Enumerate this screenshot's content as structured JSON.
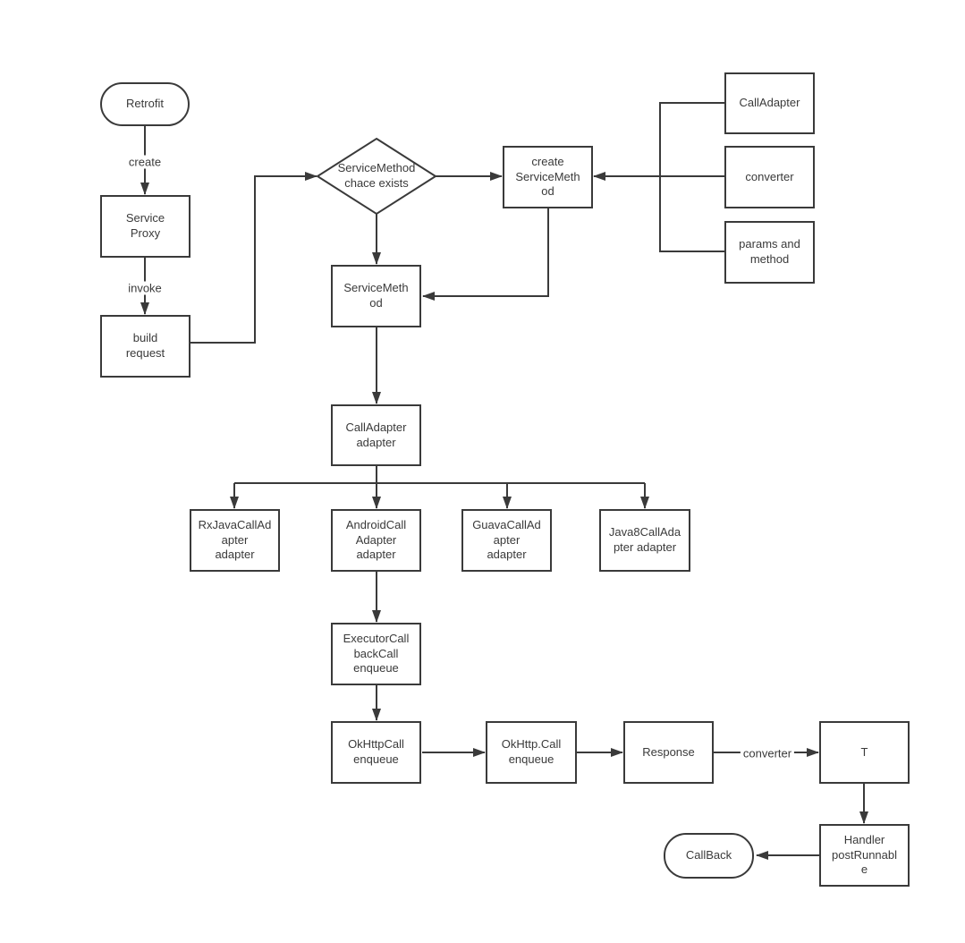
{
  "diagram": {
    "type": "flowchart",
    "nodes": {
      "retrofit": {
        "label": "Retrofit",
        "shape": "rounded"
      },
      "service_proxy": {
        "label": "Service\nProxy",
        "shape": "rect"
      },
      "build_request": {
        "label": "build\nrequest",
        "shape": "rect"
      },
      "cache_check": {
        "label": "ServiceMethod\nchace exists",
        "shape": "diamond"
      },
      "create_service_method": {
        "label": "create\nServiceMeth\nod",
        "shape": "rect"
      },
      "call_adapter_source": {
        "label": "CallAdapter",
        "shape": "rect"
      },
      "converter_source": {
        "label": "converter",
        "shape": "rect"
      },
      "params_and_method": {
        "label": "params and\nmethod",
        "shape": "rect"
      },
      "service_method": {
        "label": "ServiceMeth\nod",
        "shape": "rect"
      },
      "call_adapter_adapter": {
        "label": "CallAdapter\nadapter",
        "shape": "rect"
      },
      "rxjava_call_adapter": {
        "label": "RxJavaCallAd\napter\nadapter",
        "shape": "rect"
      },
      "android_call_adapter": {
        "label": "AndroidCall\nAdapter\nadapter",
        "shape": "rect"
      },
      "guava_call_adapter": {
        "label": "GuavaCallAd\napter\nadapter",
        "shape": "rect"
      },
      "java8_call_adapter": {
        "label": "Java8CallAda\npter adapter",
        "shape": "rect"
      },
      "executor_callback_call": {
        "label": "ExecutorCall\nbackCall\nenqueue",
        "shape": "rect"
      },
      "okhttp_call_enqueue": {
        "label": "OkHttpCall\nenqueue",
        "shape": "rect"
      },
      "okhttp_dot_call_enqueue": {
        "label": "OkHttp.Call\nenqueue",
        "shape": "rect"
      },
      "response": {
        "label": "Response",
        "shape": "rect"
      },
      "t_result": {
        "label": "T",
        "shape": "rect"
      },
      "handler_post_runnable": {
        "label": "Handler\npostRunnabl\ne",
        "shape": "rect"
      },
      "callback": {
        "label": "CallBack",
        "shape": "rounded"
      }
    },
    "edge_labels": {
      "create": "create",
      "invoke": "invoke",
      "converter": "converter"
    },
    "colors": {
      "stroke": "#3a3a3a",
      "text": "#3a3a3a",
      "background": "#ffffff"
    }
  }
}
